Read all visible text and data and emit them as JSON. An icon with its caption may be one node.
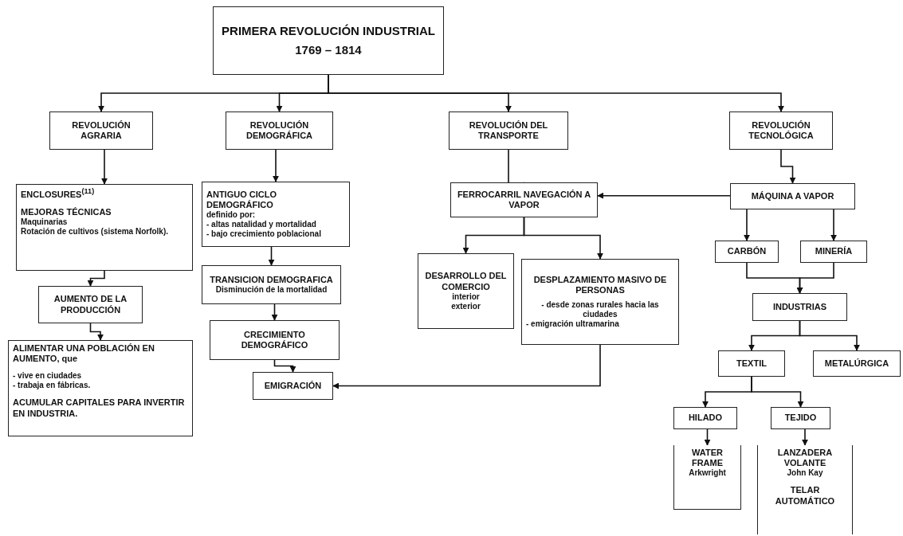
{
  "diagram": {
    "nodes": [
      {
        "text": [
          "PRIMERA REVOLUCIÓN INDUSTRIAL",
          "1769 – 1814"
        ]
      },
      {
        "text": [
          "REVOLUCIÓN AGRARIA"
        ]
      },
      {
        "text": [
          "REVOLUCIÓN DEMOGRÁFICA"
        ]
      },
      {
        "text": [
          "REVOLUCIÓN DEL TRANSPORTE"
        ]
      },
      {
        "text": [
          "REVOLUCIÓN TECNOLÓGICA"
        ]
      },
      {
        "text": [
          "ENCLOSURES$^{(11)}$",
          "MEJORAS TÉCNICAS",
          "Maquinarias",
          "Rotación de cultivos (sistema Norfolk)."
        ]
      },
      {
        "text": [
          "AUMENTO DE LA PRODUCCIÓN"
        ]
      },
      {
        "text": [
          "ALIMENTAR UNA POBLACIÓN EN AUMENTO, que",
          "- vive en ciudades",
          "- trabaja en fábricas.",
          "ACUMULAR CAPITALES PARA INVERTIR EN INDUSTRIA."
        ]
      },
      {
        "text": [
          "ANTIGUO CICLO DEMOGRÁFICO",
          "definido por:",
          "- altas natalidad y mortalidad",
          "- bajo crecimiento poblacional"
        ]
      },
      {
        "text": [
          "TRANSICION DEMOGRAFICA",
          "Disminución de la mortalidad"
        ]
      },
      {
        "text": [
          "CRECIMIENTO DEMOGRÁFICO"
        ]
      },
      {
        "text": [
          "EMIGRACIÓN"
        ]
      },
      {
        "text": [
          "FERROCARRIL NAVEGACIÓN A VAPOR"
        ]
      },
      {
        "text": [
          "DESARROLLO DEL COMERCIO",
          "interior",
          "exterior"
        ]
      },
      {
        "text": [
          "DESPLAZAMIENTO MASIVO DE PERSONAS",
          "- desde zonas rurales hacia las ciudades",
          "- emigración ultramarina"
        ]
      },
      {
        "text": [
          "MÁQUINA A VAPOR"
        ]
      },
      {
        "text": [
          "CARBÓN"
        ]
      },
      {
        "text": [
          "MINERÍA"
        ]
      },
      {
        "text": [
          "INDUSTRIAS"
        ]
      },
      {
        "text": [
          "TEXTIL"
        ]
      },
      {
        "text": [
          "METALÚRGICA"
        ]
      },
      {
        "text": [
          "HILADO"
        ]
      },
      {
        "text": [
          "TEJIDO"
        ]
      },
      {
        "text": [
          "WATER FRAME",
          "Arkwright"
        ]
      },
      {
        "text": [
          "LANZADERA VOLANTE",
          "John Kay",
          "TELAR AUTOMÁTICO"
        ]
      }
    ],
    "edges": [
      {
        "from": 0,
        "to": 1,
        "arrow": "to"
      },
      {
        "from": 0,
        "to": 2,
        "arrow": "to"
      },
      {
        "from": 0,
        "to": 3,
        "arrow": "to"
      },
      {
        "from": 0,
        "to": 4,
        "arrow": "to"
      },
      {
        "from": 1,
        "to": 5,
        "arrow": "to"
      },
      {
        "from": 5,
        "to": 6,
        "arrow": "to"
      },
      {
        "from": 6,
        "to": 7,
        "arrow": "to"
      },
      {
        "from": 2,
        "to": 8,
        "arrow": "to"
      },
      {
        "from": 8,
        "to": 9,
        "arrow": "to"
      },
      {
        "from": 9,
        "to": 10,
        "arrow": "to"
      },
      {
        "from": 10,
        "to": 11,
        "arrow": "to"
      },
      {
        "from": 3,
        "to": 12,
        "arrow": "to"
      },
      {
        "from": 15,
        "to": 12,
        "arrow": "to"
      },
      {
        "from": 12,
        "to": 13,
        "arrow": "to"
      },
      {
        "from": 12,
        "to": 14,
        "arrow": "to"
      },
      {
        "from": 14,
        "to": 11,
        "arrow": "to"
      },
      {
        "from": 4,
        "to": 15,
        "arrow": "to"
      },
      {
        "from": 15,
        "to": 16,
        "arrow": "to"
      },
      {
        "from": 15,
        "to": 17,
        "arrow": "to"
      },
      {
        "from": 16,
        "to": 18,
        "arrow": "to"
      },
      {
        "from": 17,
        "to": 18,
        "arrow": "to"
      },
      {
        "from": 18,
        "to": 19,
        "arrow": "to"
      },
      {
        "from": 18,
        "to": 20,
        "arrow": "to"
      },
      {
        "from": 19,
        "to": 21,
        "arrow": "to"
      },
      {
        "from": 19,
        "to": 22,
        "arrow": "to"
      },
      {
        "from": 21,
        "to": 23,
        "arrow": "to"
      },
      {
        "from": 22,
        "to": 24,
        "arrow": "to"
      }
    ]
  }
}
